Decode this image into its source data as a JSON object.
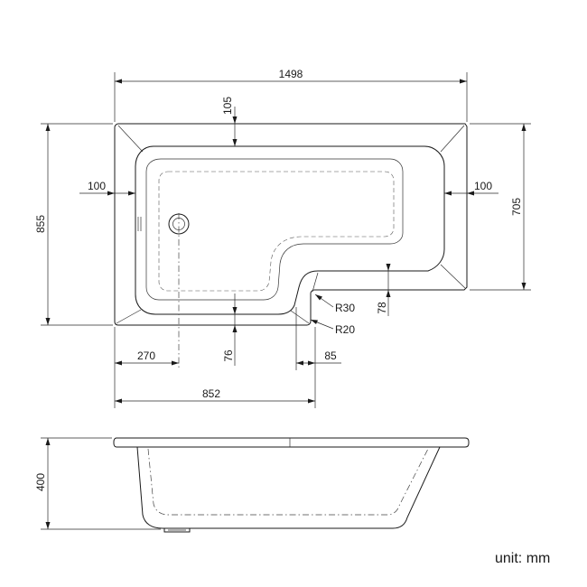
{
  "dimensions": {
    "overall_length": "1498",
    "overall_width": "855",
    "shower_end_width": "705",
    "rim_top": "105",
    "rim_left": "100",
    "rim_right": "100",
    "waste_offset": "270",
    "rim_bottom": "76",
    "step_rim": "78",
    "step_offset": "85",
    "step_position": "852",
    "outer_radius": "R30",
    "inner_radius": "R20",
    "depth": "400"
  },
  "unit_label": "unit: mm"
}
